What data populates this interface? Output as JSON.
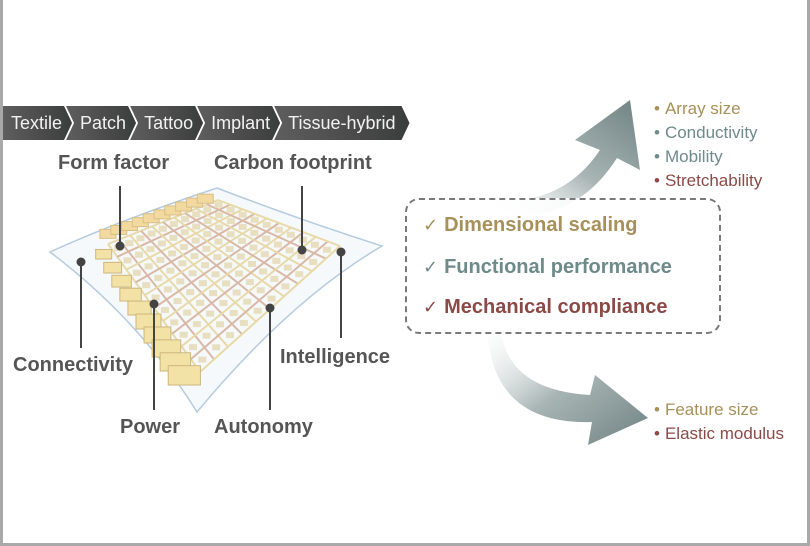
{
  "colors": {
    "dimensional": "#a7905a",
    "functional": "#6e8a8a",
    "mechanical": "#8c4a47",
    "label_gray": "#555555",
    "arrow": "#7f9090"
  },
  "application_chevrons": [
    "Textile",
    "Patch",
    "Tattoo",
    "Implant",
    "Tissue-hybrid"
  ],
  "device_labels": {
    "form_factor": "Form factor",
    "carbon_footprint": "Carbon footprint",
    "connectivity": "Connectivity",
    "power": "Power",
    "autonomy": "Autonomy",
    "intelligence": "Intelligence"
  },
  "criteria": [
    {
      "check": "✓",
      "label": "Dimensional scaling"
    },
    {
      "check": "✓",
      "label": "Functional performance"
    },
    {
      "check": "✓",
      "label": "Mechanical compliance"
    }
  ],
  "upper_metrics": [
    {
      "bullet": "•",
      "label": "Array size",
      "category": "dimensional"
    },
    {
      "bullet": "•",
      "label": "Conductivity",
      "category": "functional"
    },
    {
      "bullet": "•",
      "label": "Mobility",
      "category": "functional"
    },
    {
      "bullet": "•",
      "label": "Stretchability",
      "category": "mechanical"
    }
  ],
  "lower_metrics": [
    {
      "bullet": "•",
      "label": "Feature size",
      "category": "dimensional"
    },
    {
      "bullet": "•",
      "label": "Elastic modulus",
      "category": "mechanical"
    }
  ],
  "icons": {
    "up_arrow": "curved-arrow-up-icon",
    "down_arrow": "curved-arrow-down-icon",
    "check": "check-icon"
  }
}
